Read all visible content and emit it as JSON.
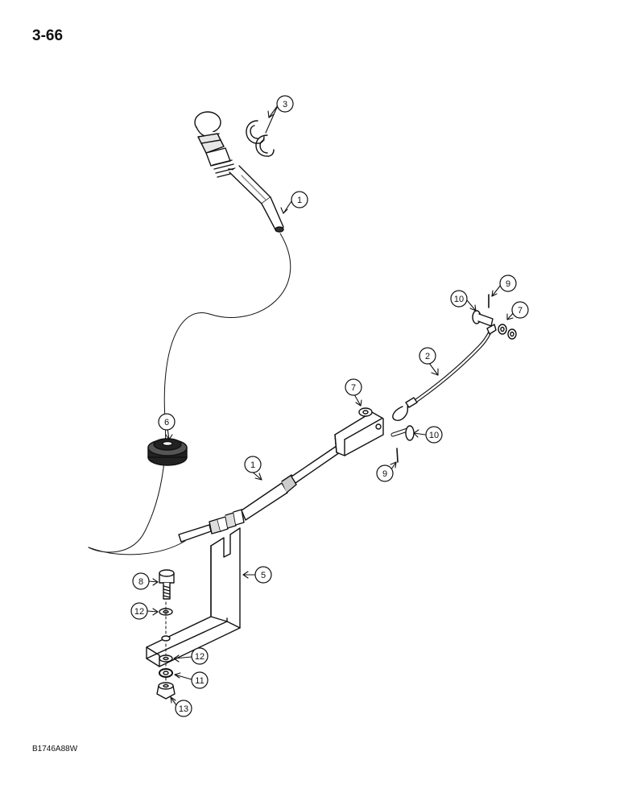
{
  "page": {
    "page_number": "3-66",
    "figure_code": "B1746A88W"
  },
  "callouts": [
    {
      "label": "1"
    },
    {
      "label": "3"
    },
    {
      "label": "1"
    },
    {
      "label": "2"
    },
    {
      "label": "5"
    },
    {
      "label": "6"
    },
    {
      "label": "7"
    },
    {
      "label": "7"
    },
    {
      "label": "8"
    },
    {
      "label": "9"
    },
    {
      "label": "9"
    },
    {
      "label": "10"
    },
    {
      "label": "10"
    },
    {
      "label": "11"
    },
    {
      "label": "12"
    },
    {
      "label": "12"
    },
    {
      "label": "13"
    }
  ],
  "colors": {
    "ink": "#111111",
    "paper": "#ffffff",
    "shade": "#9a9a9a"
  }
}
